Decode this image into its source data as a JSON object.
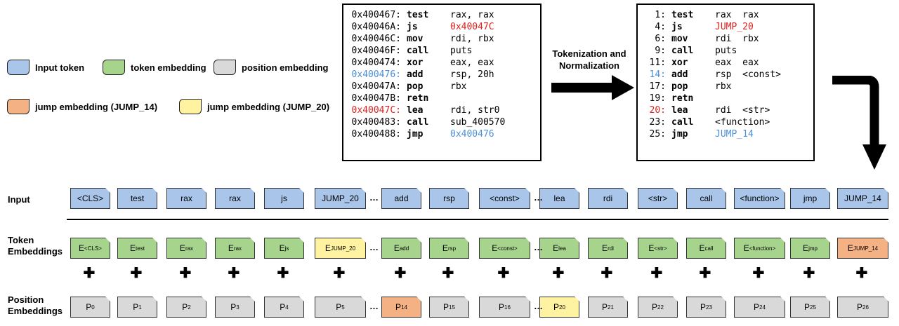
{
  "legend": [
    {
      "label": "Input token",
      "color": "#a9c6ea",
      "name": "legend-input-token"
    },
    {
      "label": "token embedding",
      "color": "#a6d48c",
      "name": "legend-token-embedding"
    },
    {
      "label": "position embedding",
      "color": "#d9d9d9",
      "name": "legend-position-embedding"
    },
    {
      "label": "jump embedding (JUMP_14)",
      "color": "#f4b183",
      "name": "legend-jump14"
    },
    {
      "label": "jump embedding (JUMP_20)",
      "color": "#fff2a1",
      "name": "legend-jump20"
    }
  ],
  "asm": [
    {
      "addr": "0x400467:",
      "op": "test",
      "args": "rax, rax",
      "addr_color": "",
      "args_color": ""
    },
    {
      "addr": "0x40046A:",
      "op": "js",
      "args": "0x40047C",
      "addr_color": "",
      "args_color": "red"
    },
    {
      "addr": "0x40046C:",
      "op": "mov",
      "args": "rdi, rbx",
      "addr_color": "",
      "args_color": ""
    },
    {
      "addr": "0x40046F:",
      "op": "call",
      "args": "puts",
      "addr_color": "",
      "args_color": ""
    },
    {
      "addr": "0x400474:",
      "op": "xor",
      "args": "eax, eax",
      "addr_color": "",
      "args_color": ""
    },
    {
      "addr": "0x400476:",
      "op": "add",
      "args": "rsp, 20h",
      "addr_color": "blue",
      "args_color": ""
    },
    {
      "addr": "0x40047A:",
      "op": "pop",
      "args": "rbx",
      "addr_color": "",
      "args_color": ""
    },
    {
      "addr": "0x40047B:",
      "op": "retn",
      "args": "",
      "addr_color": "",
      "args_color": ""
    },
    {
      "addr": "0x40047C:",
      "op": "lea",
      "args": "rdi, str0",
      "addr_color": "red",
      "args_color": ""
    },
    {
      "addr": "0x400483:",
      "op": "call",
      "args": "sub_400570",
      "addr_color": "",
      "args_color": ""
    },
    {
      "addr": "0x400488:",
      "op": "jmp",
      "args": "0x400476",
      "addr_color": "",
      "args_color": "blue"
    }
  ],
  "norm": [
    {
      "addr": " 1:",
      "op": "test",
      "args": "rax  rax",
      "addr_color": "",
      "args_color": ""
    },
    {
      "addr": " 4:",
      "op": "js",
      "args": "JUMP_20",
      "addr_color": "",
      "args_color": "red"
    },
    {
      "addr": " 6:",
      "op": "mov",
      "args": "rdi  rbx",
      "addr_color": "",
      "args_color": ""
    },
    {
      "addr": " 9:",
      "op": "call",
      "args": "puts",
      "addr_color": "",
      "args_color": ""
    },
    {
      "addr": "11:",
      "op": "xor",
      "args": "eax  eax",
      "addr_color": "",
      "args_color": ""
    },
    {
      "addr": "14:",
      "op": "add",
      "args": "rsp  <const>",
      "addr_color": "blue",
      "args_color": ""
    },
    {
      "addr": "17:",
      "op": "pop",
      "args": "rbx",
      "addr_color": "",
      "args_color": ""
    },
    {
      "addr": "19:",
      "op": "retn",
      "args": "",
      "addr_color": "",
      "args_color": ""
    },
    {
      "addr": "20:",
      "op": "lea",
      "args": "rdi  <str>",
      "addr_color": "red",
      "args_color": ""
    },
    {
      "addr": "23:",
      "op": "call",
      "args": "<function>",
      "addr_color": "",
      "args_color": ""
    },
    {
      "addr": "25:",
      "op": "jmp",
      "args": "JUMP_14",
      "addr_color": "",
      "args_color": "blue"
    }
  ],
  "arrow_label": "Tokenization and Normalization",
  "row_labels": {
    "input": "Input",
    "token_embeddings": "Token Embeddings",
    "position_embeddings": "Position Embeddings"
  },
  "ellipsis": "…",
  "tokens": [
    {
      "input": "<CLS>",
      "emb_sub": "<CLS>",
      "pos_sub": "0",
      "emb_kind": "emb",
      "pos_kind": "pos"
    },
    {
      "input": "test",
      "emb_sub": "test",
      "pos_sub": "1",
      "emb_kind": "emb",
      "pos_kind": "pos"
    },
    {
      "input": "rax",
      "emb_sub": "rax",
      "pos_sub": "2",
      "emb_kind": "emb",
      "pos_kind": "pos"
    },
    {
      "input": "rax",
      "emb_sub": "rax",
      "pos_sub": "3",
      "emb_kind": "emb",
      "pos_kind": "pos"
    },
    {
      "input": "js",
      "emb_sub": "js",
      "pos_sub": "4",
      "emb_kind": "emb",
      "pos_kind": "pos"
    },
    {
      "input": "JUMP_20",
      "emb_sub": "JUMP_20",
      "pos_sub": "5",
      "emb_kind": "jump20",
      "pos_kind": "pos"
    },
    {
      "input": "add",
      "emb_sub": "add",
      "pos_sub": "14",
      "emb_kind": "emb",
      "pos_kind": "jump14"
    },
    {
      "input": "rsp",
      "emb_sub": "rsp",
      "pos_sub": "15",
      "emb_kind": "emb",
      "pos_kind": "pos"
    },
    {
      "input": "<const>",
      "emb_sub": "<const>",
      "pos_sub": "16",
      "emb_kind": "emb",
      "pos_kind": "pos"
    },
    {
      "input": "lea",
      "emb_sub": "lea",
      "pos_sub": "20",
      "emb_kind": "emb",
      "pos_kind": "jump20"
    },
    {
      "input": "rdi",
      "emb_sub": "rdi",
      "pos_sub": "21",
      "emb_kind": "emb",
      "pos_kind": "pos"
    },
    {
      "input": "<str>",
      "emb_sub": "<str>",
      "pos_sub": "22",
      "emb_kind": "emb",
      "pos_kind": "pos"
    },
    {
      "input": "call",
      "emb_sub": "call",
      "pos_sub": "23",
      "emb_kind": "emb",
      "pos_kind": "pos"
    },
    {
      "input": "<function>",
      "emb_sub": "<function>",
      "pos_sub": "24",
      "emb_kind": "emb",
      "pos_kind": "pos"
    },
    {
      "input": "jmp",
      "emb_sub": "jmp",
      "pos_sub": "25",
      "emb_kind": "emb",
      "pos_kind": "pos"
    },
    {
      "input": "JUMP_14",
      "emb_sub": "JUMP_14",
      "pos_sub": "26",
      "emb_kind": "jump14",
      "pos_kind": "pos"
    }
  ],
  "emb_prefix": "E",
  "pos_prefix": "P"
}
